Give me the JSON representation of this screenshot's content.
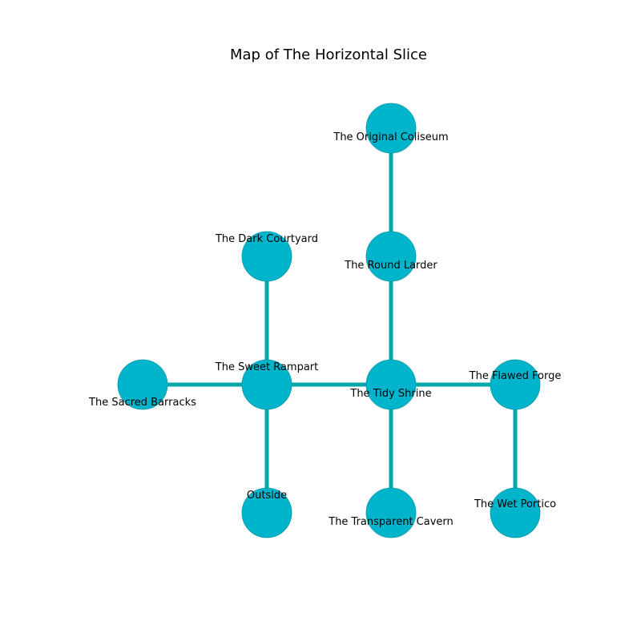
{
  "title": "Map of The Horizontal Slice",
  "colors": {
    "node_fill": "#00b4cc",
    "node_stroke": "#0a9aa8",
    "edge": "#00a8a8"
  },
  "rooms": {
    "original_coliseum": "The Original Coliseum",
    "dark_courtyard": "The Dark Courtyard",
    "round_larder": "The Round Larder",
    "sweet_rampart": "The Sweet Rampart",
    "sacred_barracks": "The Sacred Barracks",
    "tidy_shrine": "The Tidy Shrine",
    "flawed_forge": "The Flawed Forge",
    "outside": "Outside",
    "transparent_cavern": "The Transparent Cavern",
    "wet_portico": "The Wet Portico"
  },
  "connections": [
    [
      "original_coliseum",
      "round_larder"
    ],
    [
      "round_larder",
      "tidy_shrine"
    ],
    [
      "dark_courtyard",
      "sweet_rampart"
    ],
    [
      "sacred_barracks",
      "sweet_rampart"
    ],
    [
      "sweet_rampart",
      "tidy_shrine"
    ],
    [
      "tidy_shrine",
      "flawed_forge"
    ],
    [
      "sweet_rampart",
      "outside"
    ],
    [
      "tidy_shrine",
      "transparent_cavern"
    ],
    [
      "flawed_forge",
      "wet_portico"
    ]
  ]
}
